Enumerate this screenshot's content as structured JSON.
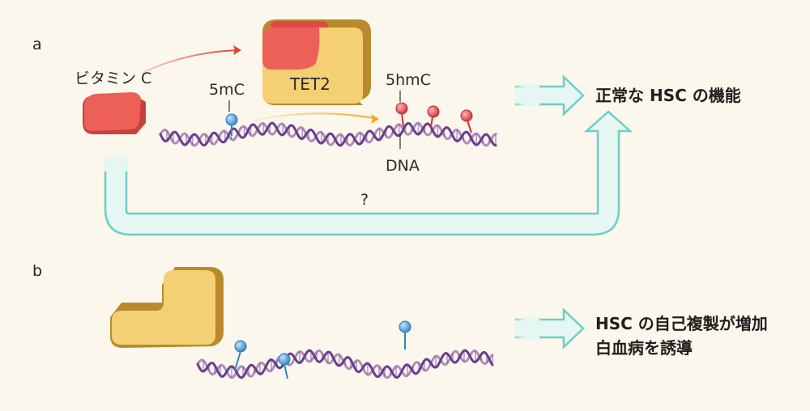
{
  "panel_a": {
    "label": "a",
    "vitamin_c": "ビタミン C",
    "enzyme": "TET2",
    "mark_5mc": "5mC",
    "mark_5hmc": "5hmC",
    "dna": "DNA",
    "question": "?",
    "result": "正常な HSC の機能"
  },
  "panel_b": {
    "label": "b",
    "result_line1": "HSC の自己複製が増加",
    "result_line2": "白血病を誘導"
  },
  "colors": {
    "background": "#fbf7ec",
    "enzyme_fill": "#f1c665",
    "enzyme_side": "#b98a2c",
    "vitamin_red": "#ea5a50",
    "methyl_blue": "#3d9bd8",
    "hydroxymethyl_red": "#e0424a",
    "dna_purple": "#6b3d8e",
    "arrow_teal": "#6ccfc6"
  }
}
